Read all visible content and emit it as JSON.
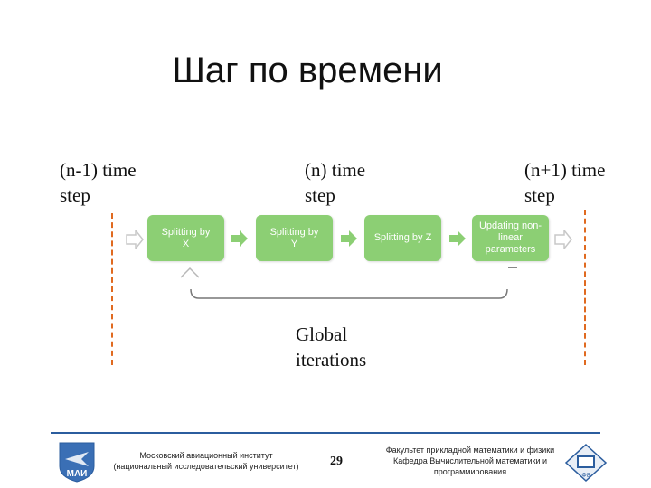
{
  "slide": {
    "title": "Шаг по времени",
    "steps": [
      {
        "line1": "(n-1) time",
        "line2": "step"
      },
      {
        "line1": "(n) time",
        "line2": "step"
      },
      {
        "line1": "(n+1) time",
        "line2": "step"
      }
    ],
    "boxes": [
      {
        "line1": "Splitting by",
        "line2": "X"
      },
      {
        "line1": "Splitting by",
        "line2": "Y"
      },
      {
        "line1": "Splitting by Z",
        "line2": ""
      },
      {
        "line1": "Updating non-",
        "line2": "linear",
        "line3": "parameters"
      }
    ],
    "global": {
      "line1": "Global",
      "line2": "iterations"
    }
  },
  "footer": {
    "left_line1": "Московский авиационный институт",
    "left_line2": "(национальный исследовательский университет)",
    "page": "29",
    "right_line1": "Факультет прикладной математики и физики",
    "right_line2": "Кафедра Вычислительной математики и",
    "right_line3": "программирования",
    "logo_left_text": "МАИ",
    "logo_right_text": "Ф8"
  },
  "colors": {
    "box_green": "#8ccf74",
    "dash_orange": "#e06a20",
    "footer_blue": "#2b5d9e"
  }
}
